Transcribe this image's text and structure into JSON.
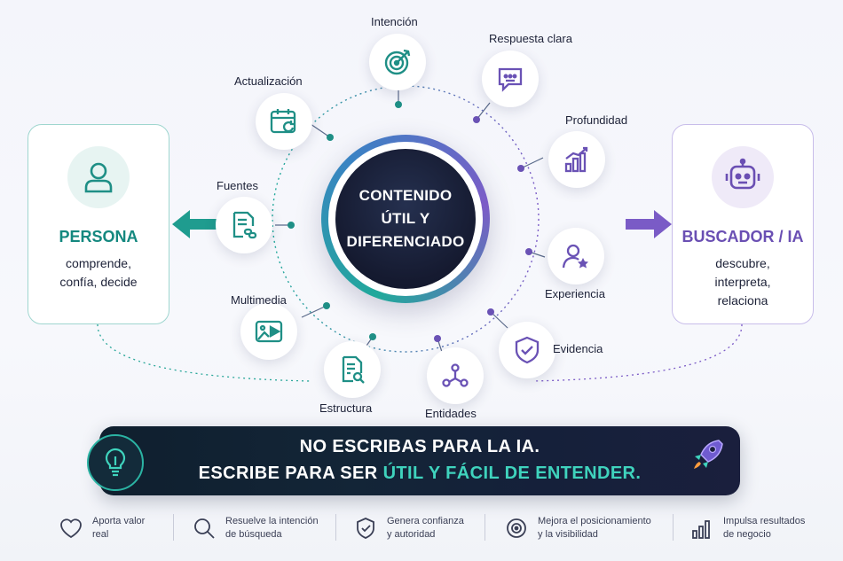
{
  "center": {
    "line1": "CONTENIDO",
    "line2": "ÚTIL Y",
    "line3": "DIFERENCIADO"
  },
  "persona": {
    "title": "PERSONA",
    "line1": "comprende,",
    "line2": "confía, decide"
  },
  "buscador": {
    "title": "BUSCADOR / IA",
    "line1": "descubre,",
    "line2": "interpreta,",
    "line3": "relaciona"
  },
  "nodes": {
    "intencion": "Intención",
    "respuesta": "Respuesta clara",
    "profundidad": "Profundidad",
    "experiencia": "Experiencia",
    "evidencia": "Evidencia",
    "entidades": "Entidades",
    "estructura": "Estructura",
    "multimedia": "Multimedia",
    "fuentes": "Fuentes",
    "actualizacion": "Actualización"
  },
  "banner": {
    "line1": "NO ESCRIBAS PARA LA IA.",
    "line2_a": "ESCRIBE PARA SER ",
    "line2_b": "ÚTIL Y FÁCIL DE ENTENDER."
  },
  "benefits": [
    {
      "l1": "Aporta valor",
      "l2": "real",
      "icon": "heart-icon"
    },
    {
      "l1": "Resuelve la intención",
      "l2": "de búsqueda",
      "icon": "search-icon"
    },
    {
      "l1": "Genera confianza",
      "l2": "y autoridad",
      "icon": "shield-check-icon"
    },
    {
      "l1": "Mejora el posicionamiento",
      "l2": "y la visibilidad",
      "icon": "target-icon"
    },
    {
      "l1": "Impulsa resultados",
      "l2": "de negocio",
      "icon": "bar-chart-icon"
    }
  ],
  "colors": {
    "teal": "#14887f",
    "purple": "#6a4fb3",
    "navy": "#151a30",
    "highlight": "#3fd3bd"
  }
}
